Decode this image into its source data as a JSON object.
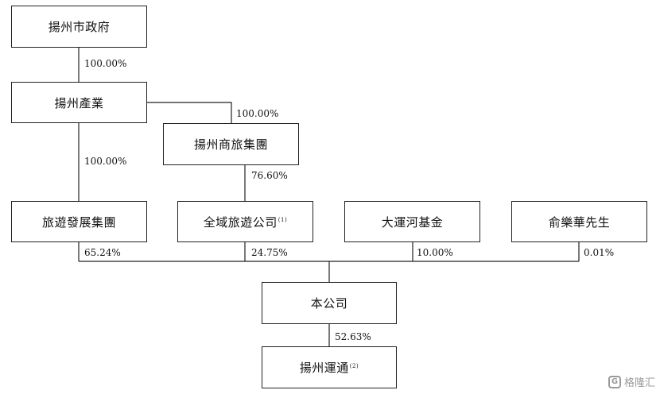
{
  "entities": {
    "yangzhou_gov": "揚州市政府",
    "yangzhou_industry": "揚州產業",
    "commerce_tourism_group": "揚州商旅集團",
    "tourism_dev_group": "旅遊發展集團",
    "quanyu_tourism": "全域旅遊公司",
    "quanyu_tourism_note": "(1)",
    "grand_canal_fund": "大運河基金",
    "mr_yu": "俞樂華先生",
    "company": "本公司",
    "yangzhou_transport": "揚州運通",
    "yangzhou_transport_note": "(2)"
  },
  "percentages": {
    "gov_to_industry": "100.00%",
    "industry_to_commerce": "100.00%",
    "industry_to_tourism_dev": "100.00%",
    "commerce_to_quanyu": "76.60%",
    "tourism_dev_to_company": "65.24%",
    "quanyu_to_company": "24.75%",
    "fund_to_company": "10.00%",
    "yu_to_company": "0.01%",
    "company_to_transport": "52.63%"
  },
  "watermark": {
    "icon": "G",
    "text": "格隆汇"
  }
}
